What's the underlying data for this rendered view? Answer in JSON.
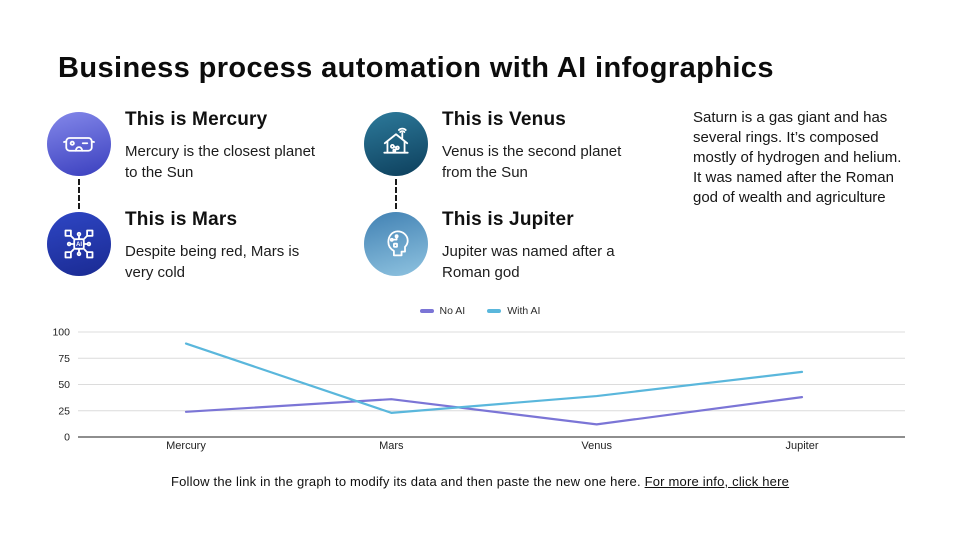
{
  "title": "Business process automation with AI infographics",
  "features": [
    {
      "id": "mercury",
      "heading": "This is Mercury",
      "body": "Mercury is the closest planet to the Sun",
      "icon": "vr-headset-icon",
      "circle_from": "#8488ea",
      "circle_to": "#3a3fbe"
    },
    {
      "id": "mars",
      "heading": "This is Mars",
      "body": "Despite being red, Mars is very cold",
      "icon": "ai-chip-icon",
      "circle_from": "#2e46c4",
      "circle_to": "#1a2a92"
    },
    {
      "id": "venus",
      "heading": "This is Venus",
      "body": "Venus is the second planet from the Sun",
      "icon": "smart-home-icon",
      "circle_from": "#2d7a9b",
      "circle_to": "#0d3f5c"
    },
    {
      "id": "jupiter",
      "heading": "This is Jupiter",
      "body": "Jupiter was named after a Roman god",
      "icon": "ai-head-icon",
      "circle_from": "#4181b3",
      "circle_to": "#8fc3e0"
    }
  ],
  "side_note": "Saturn is a gas giant and has several rings. It’s composed mostly of hydrogen and helium. It was named after the Roman god of wealth and agriculture",
  "chart_data": {
    "type": "line",
    "categories": [
      "Mercury",
      "Mars",
      "Venus",
      "Jupiter"
    ],
    "series": [
      {
        "name": "No AI",
        "color": "#7b75d6",
        "values": [
          24,
          36,
          12,
          38
        ]
      },
      {
        "name": "With AI",
        "color": "#5ab7dc",
        "values": [
          89,
          23,
          39,
          62
        ]
      }
    ],
    "ylim": [
      0,
      100
    ],
    "yticks": [
      0,
      25,
      50,
      75,
      100
    ],
    "grid": true,
    "grid_color": "#dcdcdc",
    "axis_color": "#4a4a4a",
    "legend_position": "top"
  },
  "footer": {
    "text": "Follow the link in the graph to modify its data and then paste the new one here. ",
    "link_label": "For more info, click here"
  }
}
